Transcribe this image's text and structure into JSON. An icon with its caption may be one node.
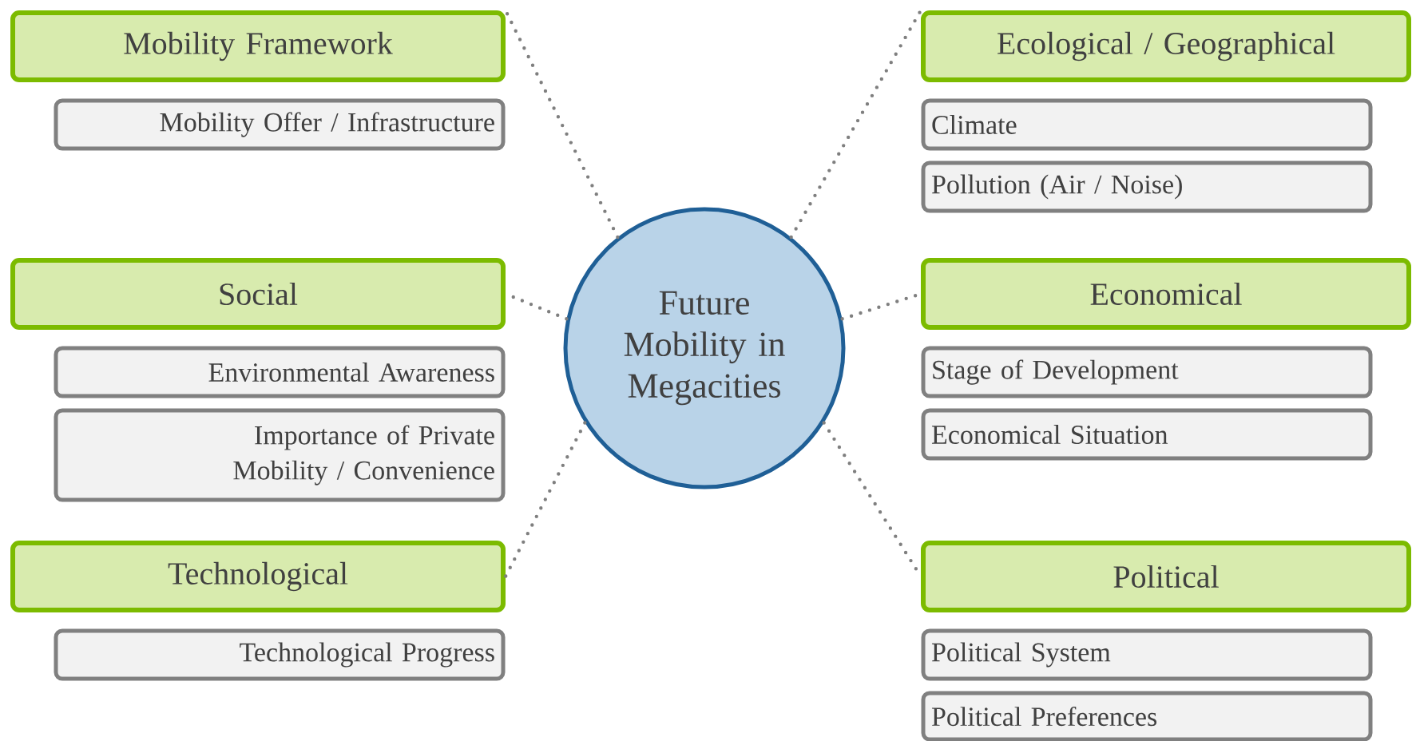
{
  "diagram": {
    "nodes": [
      {
        "text": [
          "Future Mobility in Megacities"
        ]
      },
      {
        "text": [
          "Mobility Framework"
        ]
      },
      {
        "text": [
          "Mobility Offer / Infrastructure"
        ]
      },
      {
        "text": [
          "Social"
        ]
      },
      {
        "text": [
          "Environmental Awareness"
        ]
      },
      {
        "text": [
          "Importance of Private Mobility / Convenience"
        ]
      },
      {
        "text": [
          "Technological"
        ]
      },
      {
        "text": [
          "Technological Progress"
        ]
      },
      {
        "text": [
          "Ecological / Geographical"
        ]
      },
      {
        "text": [
          "Climate"
        ]
      },
      {
        "text": [
          "Pollution (Air / Noise)"
        ]
      },
      {
        "text": [
          "Economical"
        ]
      },
      {
        "text": [
          "Stage of Development"
        ]
      },
      {
        "text": [
          "Economical Situation"
        ]
      },
      {
        "text": [
          "Political"
        ]
      },
      {
        "text": [
          "Political System"
        ]
      },
      {
        "text": [
          "Political Preferences"
        ]
      }
    ],
    "edges": [
      {
        "from": 0,
        "to": 1,
        "arrow": "none"
      },
      {
        "from": 0,
        "to": 3,
        "arrow": "none"
      },
      {
        "from": 0,
        "to": 6,
        "arrow": "none"
      },
      {
        "from": 0,
        "to": 8,
        "arrow": "none"
      },
      {
        "from": 0,
        "to": 11,
        "arrow": "none"
      },
      {
        "from": 0,
        "to": 14,
        "arrow": "none"
      }
    ]
  }
}
